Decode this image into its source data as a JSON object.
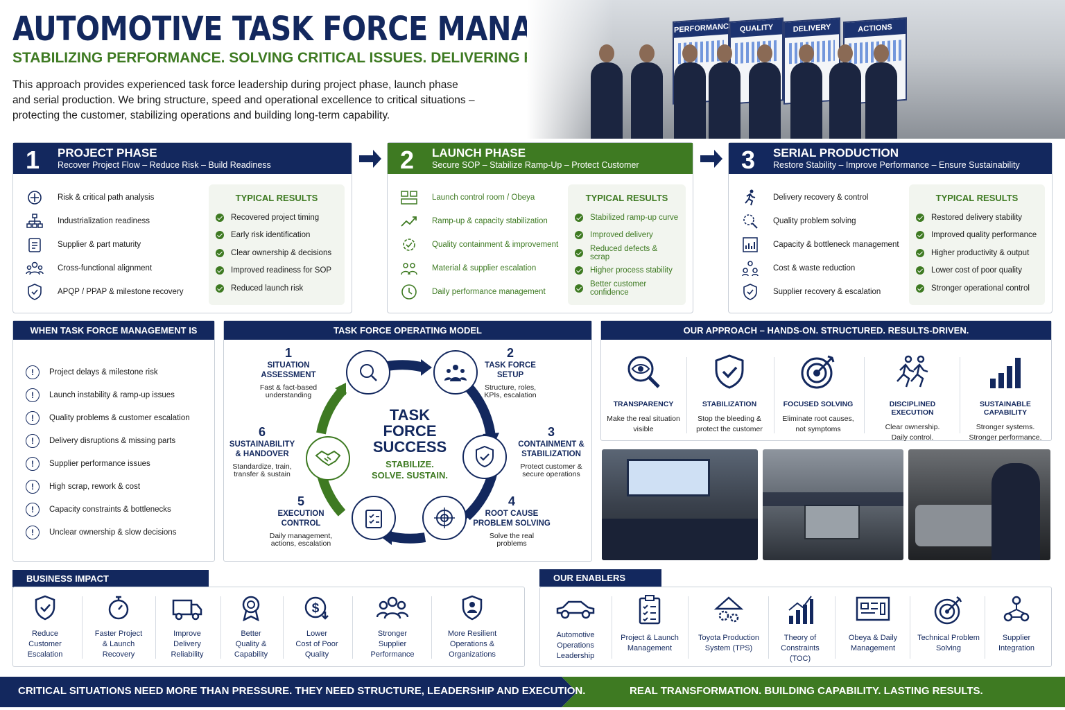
{
  "header": {
    "title": "AUTOMOTIVE TASK FORCE MANAGEMENT",
    "subtitle": "STABILIZING PERFORMANCE. SOLVING CRITICAL ISSUES. DELIVERING RESULTS.",
    "intro_line1": "This approach provides experienced task force leadership during project phase, launch phase",
    "intro_line2": "and serial production. We bring structure, speed and operational excellence to critical situations –",
    "intro_line3": "protecting the customer, stabilizing operations and building long-term capability."
  },
  "hero": {
    "boards": [
      "PERFORMANCE",
      "QUALITY",
      "DELIVERY",
      "ACTIONS"
    ]
  },
  "phases": [
    {
      "num": "1",
      "title": "PROJECT PHASE",
      "sub": "Recover Project Flow – Reduce Risk – Build Readiness",
      "items": [
        "Risk & critical path analysis",
        "Industrialization readiness",
        "Supplier & part maturity",
        "Cross-functional alignment",
        "APQP / PPAP & milestone recovery"
      ],
      "results_title": "TYPICAL RESULTS",
      "results": [
        "Recovered project timing",
        "Early risk identification",
        "Clear ownership & decisions",
        "Improved readiness for SOP",
        "Reduced launch risk"
      ]
    },
    {
      "num": "2",
      "title": "LAUNCH PHASE",
      "sub": "Secure SOP – Stabilize Ramp-Up – Protect Customer",
      "items": [
        "Launch control room / Obeya",
        "Ramp-up & capacity stabilization",
        "Quality containment & improvement",
        "Material & supplier escalation",
        "Daily performance management"
      ],
      "results_title": "TYPICAL RESULTS",
      "results": [
        "Stabilized ramp-up curve",
        "Improved delivery",
        "Reduced defects & scrap",
        "Higher process stability",
        "Better customer confidence"
      ]
    },
    {
      "num": "3",
      "title": "SERIAL PRODUCTION",
      "sub": "Restore Stability – Improve Performance – Ensure Sustainability",
      "items": [
        "Delivery recovery & control",
        "Quality problem solving",
        "Capacity & bottleneck management",
        "Cost & waste reduction",
        "Supplier recovery & escalation"
      ],
      "results_title": "TYPICAL RESULTS",
      "results": [
        "Restored delivery stability",
        "Improved quality performance",
        "Higher productivity & output",
        "Lower cost of poor quality",
        "Stronger operational control"
      ]
    }
  ],
  "when_needed": {
    "title": "WHEN  TASK FORCE MANAGEMENT IS NEEDED",
    "items": [
      "Project delays & milestone risk",
      "Launch instability & ramp-up issues",
      "Quality problems & customer escalation",
      "Delivery disruptions & missing parts",
      "Supplier performance issues",
      "High scrap, rework & cost",
      "Capacity constraints & bottlenecks",
      "Unclear ownership & slow decisions"
    ]
  },
  "operating_model": {
    "title": "TASK FORCE OPERATING MODEL",
    "center_line1": "TASK",
    "center_line2": "FORCE",
    "center_line3": "SUCCESS",
    "center_tag1": "STABILIZE.",
    "center_tag2": "SOLVE. SUSTAIN.",
    "steps": [
      {
        "n": "1",
        "t1": "SITUATION",
        "t2": "ASSESSMENT",
        "d1": "Fast & fact-based",
        "d2": "understanding"
      },
      {
        "n": "2",
        "t1": "TASK FORCE",
        "t2": "SETUP",
        "d1": "Structure, roles,",
        "d2": "KPIs, escalation"
      },
      {
        "n": "3",
        "t1": "CONTAINMENT &",
        "t2": "STABILIZATION",
        "d1": "Protect customer &",
        "d2": "secure operations"
      },
      {
        "n": "4",
        "t1": "ROOT CAUSE",
        "t2": "PROBLEM SOLVING",
        "d1": "Solve the real",
        "d2": "problems"
      },
      {
        "n": "5",
        "t1": "EXECUTION",
        "t2": "CONTROL",
        "d1": "Daily management,",
        "d2": "actions, escalation"
      },
      {
        "n": "6",
        "t1": "SUSTAINABILITY",
        "t2": "& HANDOVER",
        "d1": "Standardize, train,",
        "d2": "transfer & sustain"
      }
    ]
  },
  "approach": {
    "title": "OUR APPROACH – HANDS-ON. STRUCTURED. RESULTS-DRIVEN.",
    "items": [
      {
        "t": "TRANSPARENCY",
        "d1": "Make the real situation",
        "d2": "visible",
        "icon": "eye-magnifier-icon"
      },
      {
        "t": "STABILIZATION",
        "d1": "Stop the bleeding &",
        "d2": "protect the customer",
        "icon": "shield-check-icon"
      },
      {
        "t": "FOCUSED SOLVING",
        "d1": "Eliminate root causes,",
        "d2": "not symptoms",
        "icon": "target-icon"
      },
      {
        "t": "DISCIPLINED EXECUTION",
        "d1": "Clear ownership.",
        "d2": "Daily control.",
        "icon": "runners-icon"
      },
      {
        "t": "SUSTAINABLE CAPABILITY",
        "d1": "Stronger systems.",
        "d2": "Stronger performance.",
        "icon": "bar-chart-icon"
      }
    ]
  },
  "business_impact": {
    "title": "BUSINESS IMPACT",
    "items": [
      {
        "l1": "Reduce",
        "l2": "Customer",
        "l3": "Escalation",
        "icon": "shield-check-icon"
      },
      {
        "l1": "Faster Project",
        "l2": "& Launch",
        "l3": "Recovery",
        "icon": "stopwatch-icon"
      },
      {
        "l1": "Improve",
        "l2": "Delivery",
        "l3": "Reliability",
        "icon": "truck-icon"
      },
      {
        "l1": "Better",
        "l2": "Quality &",
        "l3": "Capability",
        "icon": "award-icon"
      },
      {
        "l1": "Lower",
        "l2": "Cost of Poor",
        "l3": "Quality",
        "icon": "coin-down-icon"
      },
      {
        "l1": "Stronger",
        "l2": "Supplier",
        "l3": "Performance",
        "icon": "people-icon"
      },
      {
        "l1": "More Resilient",
        "l2": "Operations &",
        "l3": "Organizations",
        "icon": "shield-person-icon"
      }
    ]
  },
  "enablers": {
    "title": "OUR ENABLERS",
    "items": [
      {
        "l1": "Automotive",
        "l2": "Operations",
        "l3": "Leadership",
        "icon": "car-icon"
      },
      {
        "l1": "Project & Launch",
        "l2": "Management",
        "l3": "",
        "icon": "clipboard-icon"
      },
      {
        "l1": "Toyota Production",
        "l2": "System (TPS)",
        "l3": "",
        "icon": "house-gears-icon"
      },
      {
        "l1": "Theory of",
        "l2": "Constraints",
        "l3": "(TOC)",
        "icon": "bars-trend-icon"
      },
      {
        "l1": "Obeya & Daily",
        "l2": "Management",
        "l3": "",
        "icon": "board-icon"
      },
      {
        "l1": "Technical Problem",
        "l2": "Solving",
        "l3": "",
        "icon": "target-icon"
      },
      {
        "l1": "Supplier",
        "l2": "Integration",
        "l3": "",
        "icon": "network-icon"
      }
    ]
  },
  "footer": {
    "left": "CRITICAL SITUATIONS NEED MORE THAN PRESSURE. THEY NEED STRUCTURE, LEADERSHIP AND EXECUTION.",
    "right": "REAL TRANSFORMATION. BUILDING CAPABILITY. LASTING RESULTS."
  },
  "colors": {
    "navy": "#13285e",
    "green": "#3e7a22"
  }
}
